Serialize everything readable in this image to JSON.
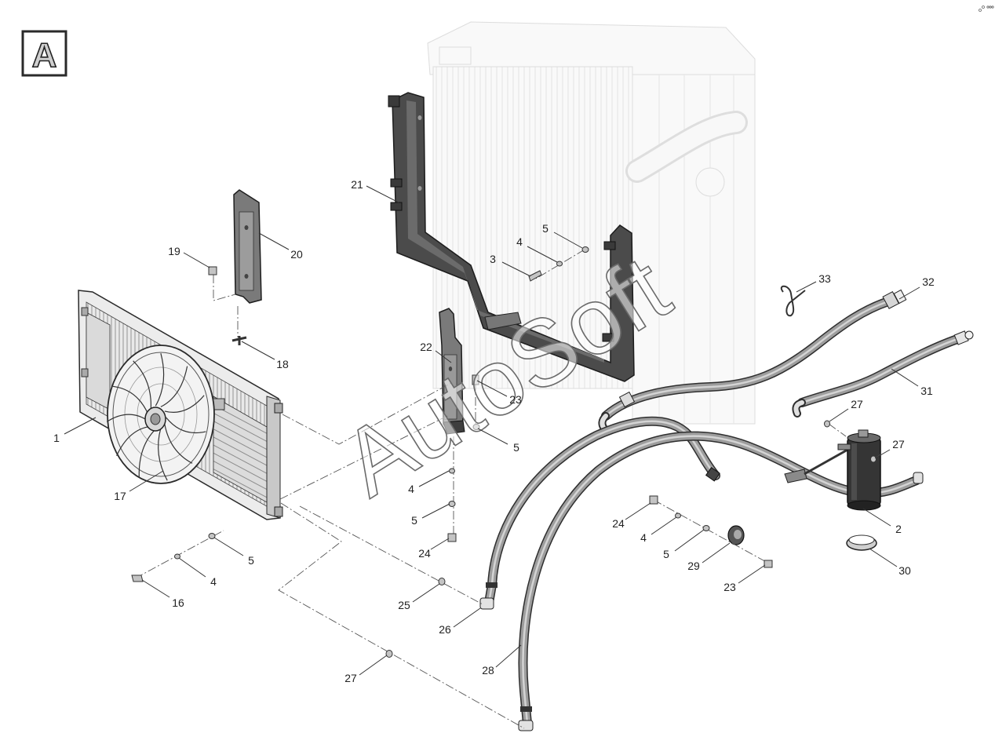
{
  "figure_label": "A",
  "watermark": "AutoSoft",
  "callouts": [
    "21",
    "20",
    "19",
    "18",
    "1",
    "17",
    "5",
    "4",
    "3",
    "22",
    "23",
    "5",
    "4",
    "5",
    "24",
    "25",
    "26",
    "27",
    "28",
    "5",
    "4",
    "16",
    "24",
    "4",
    "5",
    "29",
    "23",
    "2",
    "30",
    "27",
    "27",
    "31",
    "32",
    "33"
  ],
  "colors": {
    "bracket": "#4b4b4b",
    "hose": "#9d9d9d",
    "outline": "#2a2a2a",
    "ghost": "#d2d2d2"
  }
}
